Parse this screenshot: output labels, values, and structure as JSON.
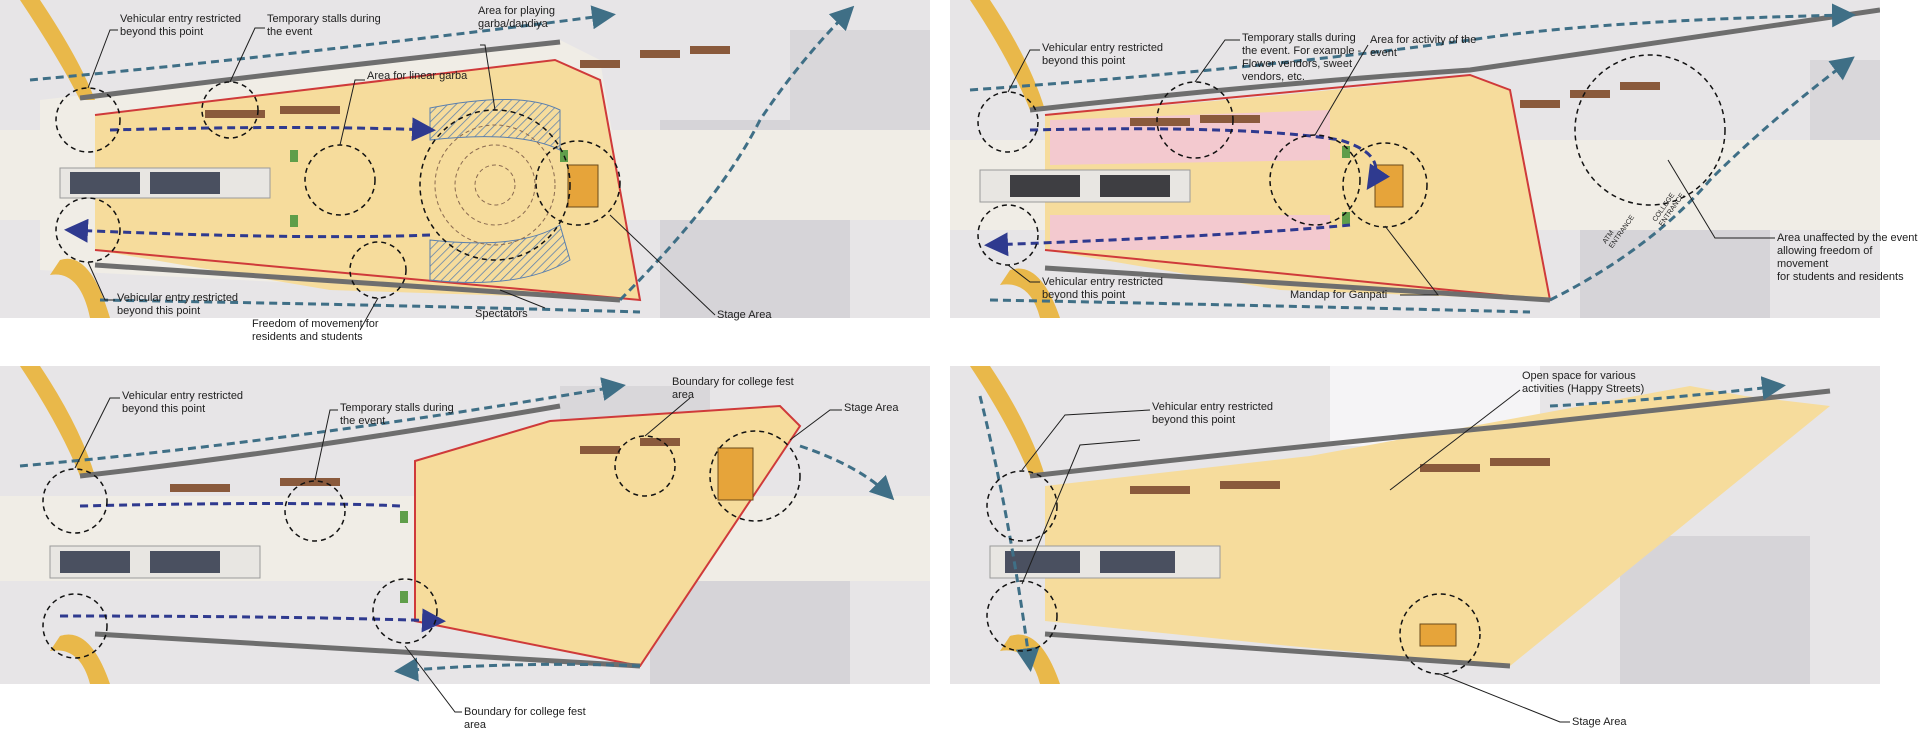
{
  "panel1": {
    "vehicular_top": "Vehicular entry restricted\nbeyond this point",
    "stalls": "Temporary stalls during\nthe event",
    "linear_garba": "Area for linear garba",
    "playing_garba": "Area for playing\ngarba/dandiya",
    "vehicular_bottom": "Vehicular entry restricted\nbeyond this point",
    "freedom": "Freedom of movement for\nresidents and students",
    "spectators": "Spectators",
    "stage": "Stage Area"
  },
  "panel2": {
    "vehicular_top": "Vehicular entry restricted\nbeyond this point",
    "stalls": "Temporary stalls during\nthe event. For example -\nFlower vendors, sweet\nvendors, etc.",
    "activity": "Area for activity of the\nevent",
    "vehicular_bottom": "Vehicular entry restricted\nbeyond this point",
    "mandap": "Mandap for Ganpati",
    "unaffected": "Area unaffected by the event\nallowing freedom of movement\nfor students and residents",
    "atm_entrance": "ATM\nENTRANCE",
    "college_entrance": "COLLEGE\nENTRANCE"
  },
  "panel3": {
    "vehicular": "Vehicular entry restricted\nbeyond this point",
    "stalls": "Temporary stalls during\nthe event",
    "boundary_top": "Boundary for college fest\narea",
    "stage": "Stage Area",
    "boundary_bottom": "Boundary for college fest\narea"
  },
  "panel4": {
    "vehicular": "Vehicular entry restricted\nbeyond this point",
    "open_space": "Open space for various\nactivities (Happy Streets)",
    "stage": "Stage Area"
  },
  "colors": {
    "background": "#e7e5e7",
    "road": "#f0ede6",
    "curb_yellow": "#e9b84a",
    "event_area": "#f6dc9c",
    "pink_zone": "#f3c9cf",
    "stall_brown": "#8a5a3c",
    "green_marker": "#5f9e4a",
    "stage_orange": "#e6a43a",
    "garba_blue": "#8fb0d6",
    "route_blue": "#2f3a8f",
    "route_teal": "#3f6f86",
    "arrow_orange": "#e58a3a",
    "boundary_red": "#cf3a3a"
  }
}
